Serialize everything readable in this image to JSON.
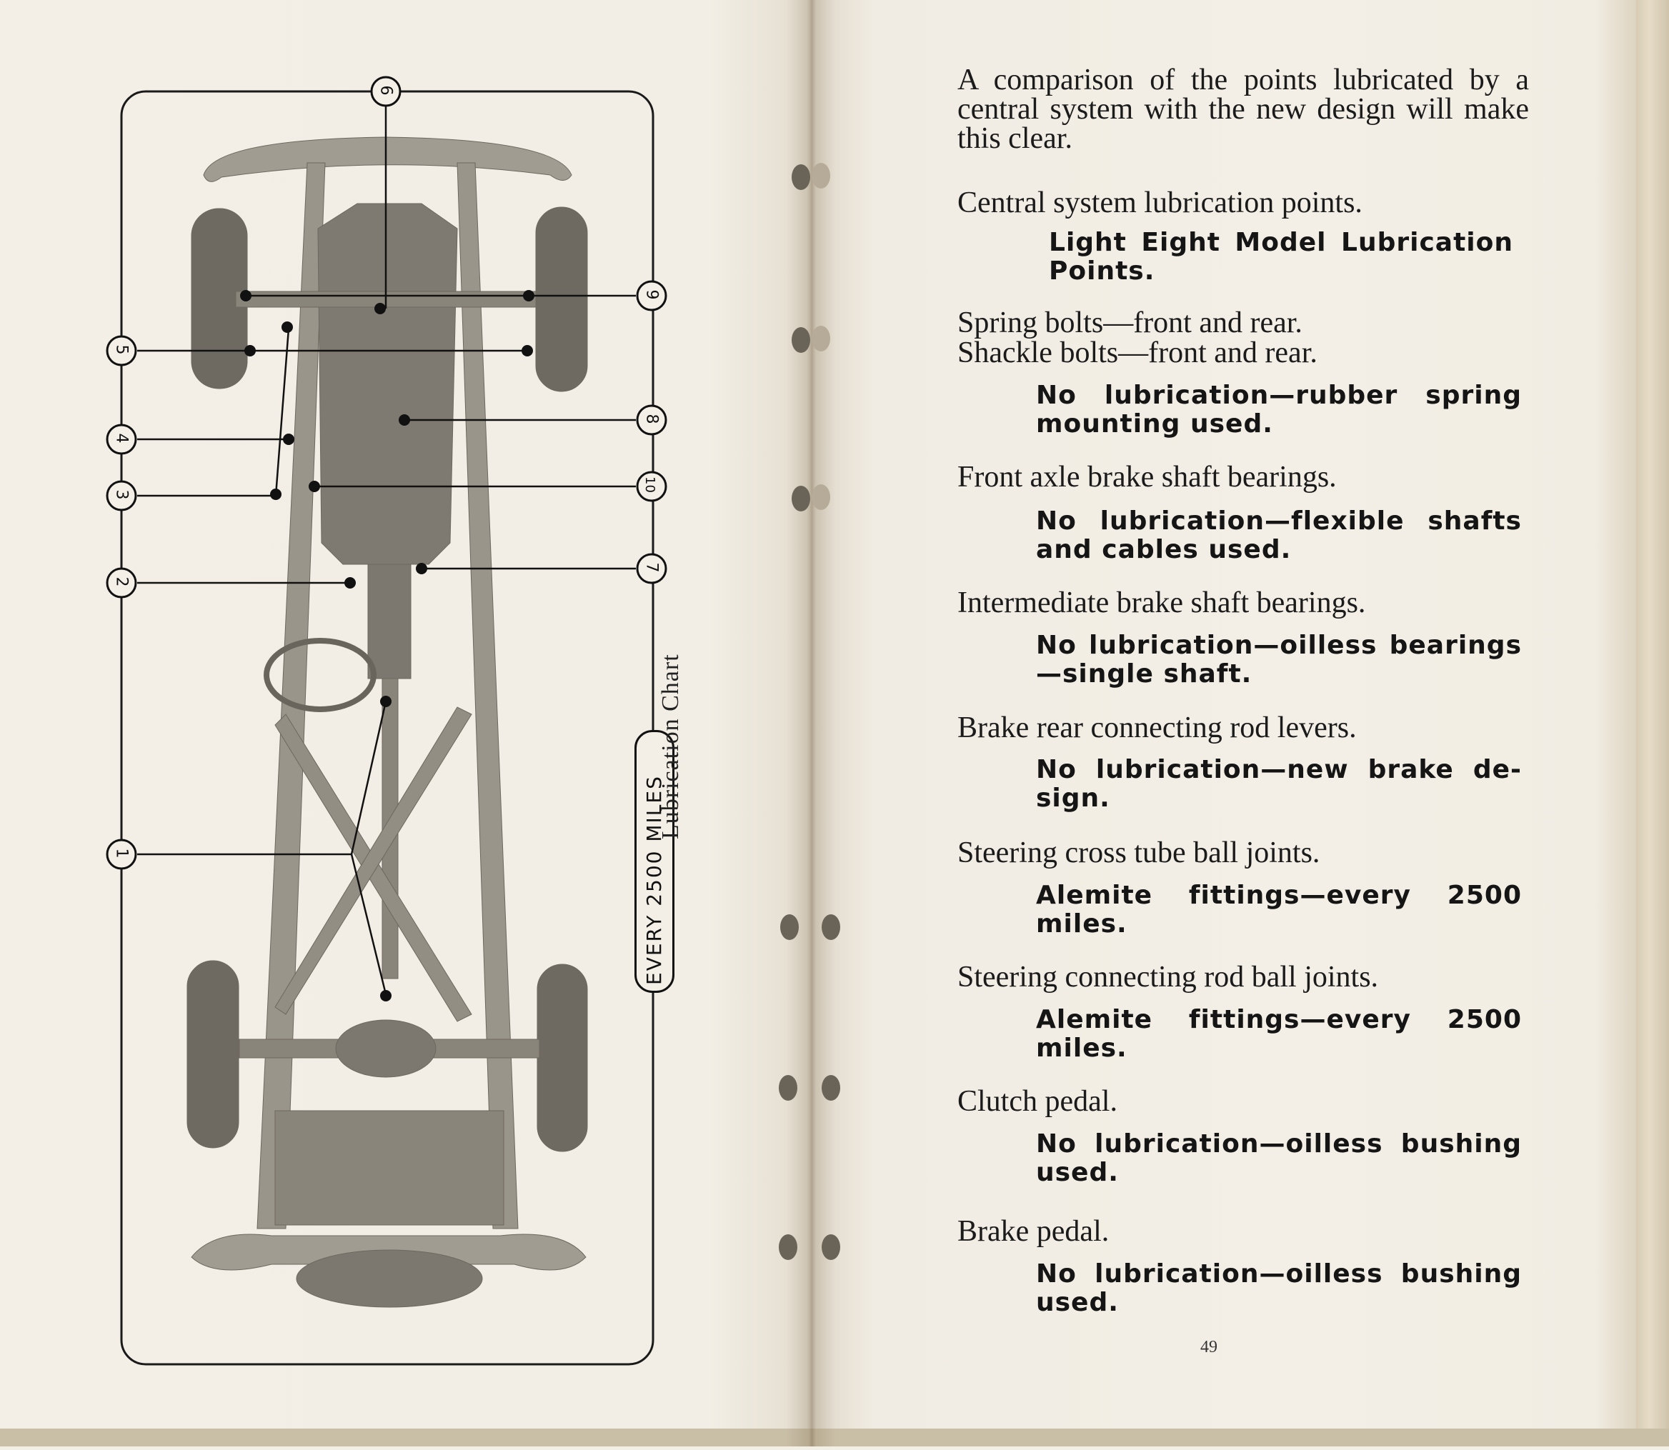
{
  "chart": {
    "title": "Lubrication Chart",
    "interval_label": "EVERY 2500 MILES",
    "callouts": [
      "1",
      "2",
      "3",
      "4",
      "5",
      "6",
      "7",
      "8",
      "9",
      "10"
    ]
  },
  "text": {
    "intro": "A comparison of the points lubricated by a central system with the new design will make this clear.",
    "items": [
      {
        "title": "Central system lubrication points.",
        "note": "Light Eight Model Lubrication Points."
      },
      {
        "title": "Spring bolts—front and rear.",
        "title2": "Shackle bolts—front and rear.",
        "note": "No lubrication—rubber spring mounting used."
      },
      {
        "title": "Front axle brake shaft bearings.",
        "note": "No lubrication—flexible shafts and cables used."
      },
      {
        "title": "Intermediate brake shaft bearings.",
        "note": "No lubrication—oilless bearings —single shaft."
      },
      {
        "title": "Brake rear connecting rod levers.",
        "note": "No lubrication—new brake de- sign."
      },
      {
        "title": "Steering cross tube ball joints.",
        "note": "Alemite fittings—every 2500 miles."
      },
      {
        "title": "Steering connecting rod ball joints.",
        "note": "Alemite fittings—every 2500 miles."
      },
      {
        "title": "Clutch pedal.",
        "note": "No lubrication—oilless bushing used."
      },
      {
        "title": "Brake pedal.",
        "note": "No lubrication—oilless bushing used."
      }
    ],
    "page_number": "49"
  }
}
